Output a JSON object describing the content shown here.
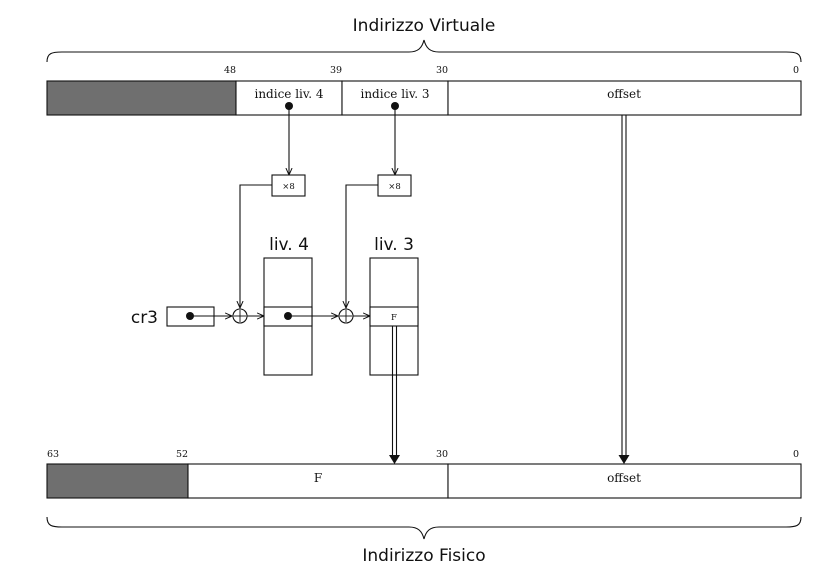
{
  "virtual_address": {
    "title": "Indirizzo Virtuale",
    "bit_labels": {
      "b48": "48",
      "b39": "39",
      "b30": "30",
      "b0": "0"
    },
    "fields": {
      "level4": "indice liv. 4",
      "level3": "indice liv. 3",
      "offset": "offset"
    }
  },
  "translation": {
    "register": "cr3",
    "multiplier_4": "×8",
    "multiplier_3": "×8",
    "table4_title": "liv. 4",
    "table3_title": "liv. 3",
    "entry3_value": "F"
  },
  "physical_address": {
    "title": "Indirizzo Fisico",
    "bit_labels": {
      "b63": "63",
      "b52": "52",
      "b30": "30",
      "b0": "0"
    },
    "fields": {
      "frame": "F",
      "offset": "offset"
    }
  },
  "colors": {
    "reserved_fill": "#6f6f6f",
    "stroke": "#111111",
    "background": "#ffffff"
  }
}
